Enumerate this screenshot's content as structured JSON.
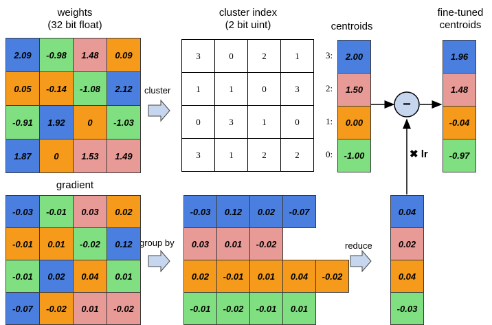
{
  "colors": {
    "blue": "#4a7fdf",
    "green": "#80df80",
    "pink": "#e89a96",
    "orange": "#f59a1a"
  },
  "titles": {
    "weights_line1": "weights",
    "weights_line2": "(32 bit float)",
    "cluster_index_line1": "cluster index",
    "cluster_index_line2": "(2 bit uint)",
    "centroids": "centroids",
    "fine_tuned_line1": "fine-tuned",
    "fine_tuned_line2": "centroids",
    "gradient": "gradient"
  },
  "labels": {
    "cluster": "cluster",
    "group_by": "group by",
    "reduce": "reduce",
    "times_lr": "✖ lr",
    "minus": "−"
  },
  "weights": [
    [
      {
        "v": "2.09",
        "c": "blue"
      },
      {
        "v": "-0.98",
        "c": "green"
      },
      {
        "v": "1.48",
        "c": "pink"
      },
      {
        "v": "0.09",
        "c": "orange"
      }
    ],
    [
      {
        "v": "0.05",
        "c": "orange"
      },
      {
        "v": "-0.14",
        "c": "orange"
      },
      {
        "v": "-1.08",
        "c": "green"
      },
      {
        "v": "2.12",
        "c": "blue"
      }
    ],
    [
      {
        "v": "-0.91",
        "c": "green"
      },
      {
        "v": "1.92",
        "c": "blue"
      },
      {
        "v": "0",
        "c": "orange"
      },
      {
        "v": "-1.03",
        "c": "green"
      }
    ],
    [
      {
        "v": "1.87",
        "c": "blue"
      },
      {
        "v": "0",
        "c": "orange"
      },
      {
        "v": "1.53",
        "c": "pink"
      },
      {
        "v": "1.49",
        "c": "pink"
      }
    ]
  ],
  "cluster_index": [
    [
      "3",
      "0",
      "2",
      "1"
    ],
    [
      "1",
      "1",
      "0",
      "3"
    ],
    [
      "0",
      "3",
      "1",
      "0"
    ],
    [
      "3",
      "1",
      "2",
      "2"
    ]
  ],
  "centroids": [
    {
      "label": "3:",
      "v": "2.00",
      "c": "blue"
    },
    {
      "label": "2:",
      "v": "1.50",
      "c": "pink"
    },
    {
      "label": "1:",
      "v": "0.00",
      "c": "orange"
    },
    {
      "label": "0:",
      "v": "-1.00",
      "c": "green"
    }
  ],
  "fine_tuned": [
    {
      "v": "1.96",
      "c": "blue"
    },
    {
      "v": "1.48",
      "c": "pink"
    },
    {
      "v": "-0.04",
      "c": "orange"
    },
    {
      "v": "-0.97",
      "c": "green"
    }
  ],
  "gradient": [
    [
      {
        "v": "-0.03",
        "c": "blue"
      },
      {
        "v": "-0.01",
        "c": "green"
      },
      {
        "v": "0.03",
        "c": "pink"
      },
      {
        "v": "0.02",
        "c": "orange"
      }
    ],
    [
      {
        "v": "-0.01",
        "c": "orange"
      },
      {
        "v": "0.01",
        "c": "orange"
      },
      {
        "v": "-0.02",
        "c": "green"
      },
      {
        "v": "0.12",
        "c": "blue"
      }
    ],
    [
      {
        "v": "-0.01",
        "c": "green"
      },
      {
        "v": "0.02",
        "c": "blue"
      },
      {
        "v": "0.04",
        "c": "orange"
      },
      {
        "v": "0.01",
        "c": "green"
      }
    ],
    [
      {
        "v": "-0.07",
        "c": "blue"
      },
      {
        "v": "-0.02",
        "c": "orange"
      },
      {
        "v": "0.01",
        "c": "pink"
      },
      {
        "v": "-0.02",
        "c": "pink"
      }
    ]
  ],
  "grouped": [
    {
      "c": "blue",
      "values": [
        "-0.03",
        "0.12",
        "0.02",
        "-0.07"
      ]
    },
    {
      "c": "pink",
      "values": [
        "0.03",
        "0.01",
        "-0.02"
      ]
    },
    {
      "c": "orange",
      "values": [
        "0.02",
        "-0.01",
        "0.01",
        "0.04",
        "-0.02"
      ]
    },
    {
      "c": "green",
      "values": [
        "-0.01",
        "-0.02",
        "-0.01",
        "0.01"
      ]
    }
  ],
  "reduced": [
    {
      "v": "0.04",
      "c": "blue"
    },
    {
      "v": "0.02",
      "c": "pink"
    },
    {
      "v": "0.04",
      "c": "orange"
    },
    {
      "v": "-0.03",
      "c": "green"
    }
  ]
}
